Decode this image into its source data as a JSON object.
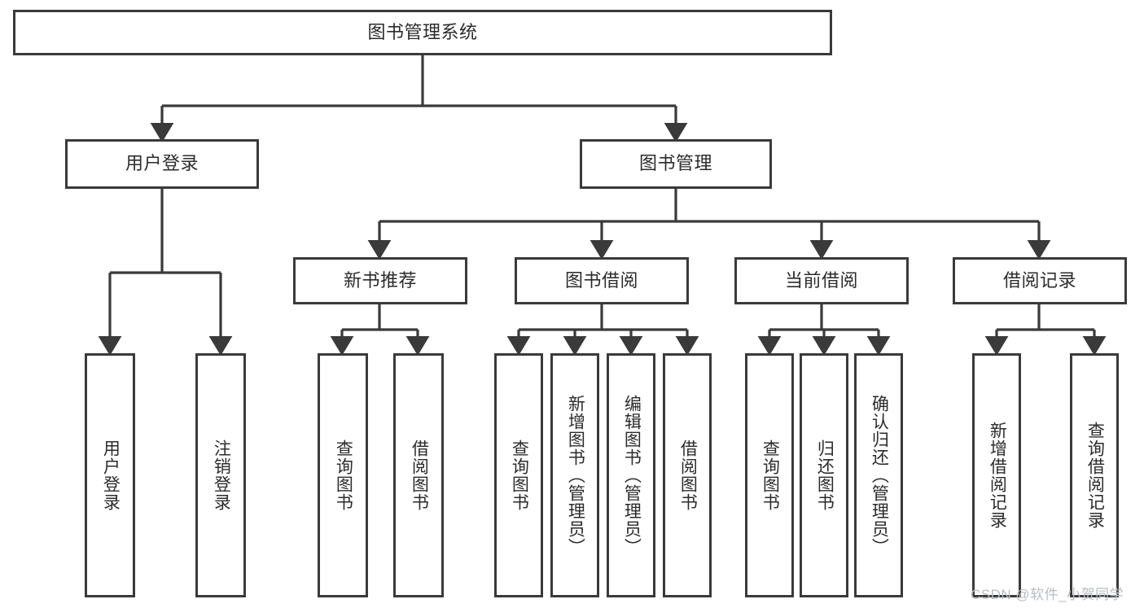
{
  "diagram": {
    "title": "图书管理系统",
    "orientation": "top-down-tree",
    "edge_color": "#3a3a3a",
    "box_border_color": "#3a3a3a",
    "box_fill_color": "#ffffff",
    "text_color": "#2b2b2b"
  },
  "root": {
    "label": "图书管理系统"
  },
  "level1": [
    {
      "label": "用户登录"
    },
    {
      "label": "图书管理"
    }
  ],
  "level2": [
    {
      "label": "新书推荐"
    },
    {
      "label": "图书借阅"
    },
    {
      "label": "当前借阅"
    },
    {
      "label": "借阅记录"
    }
  ],
  "leaves": {
    "user_login": [
      {
        "label": "用户登录"
      },
      {
        "label": "注销登录"
      }
    ],
    "new_book_recommend": [
      {
        "label": "查询图书"
      },
      {
        "label": "借阅图书"
      }
    ],
    "book_borrow": [
      {
        "label": "查询图书"
      },
      {
        "label": "新增图书（管理员）"
      },
      {
        "label": "编辑图书（管理员）"
      },
      {
        "label": "借阅图书"
      }
    ],
    "current_borrow": [
      {
        "label": "查询图书"
      },
      {
        "label": "归还图书"
      },
      {
        "label": "确认归还（管理员）"
      }
    ],
    "borrow_record": [
      {
        "label": "新增借阅记录"
      },
      {
        "label": "查询借阅记录"
      }
    ]
  },
  "watermark": {
    "text": "CSDN @软件_小贺同学"
  }
}
